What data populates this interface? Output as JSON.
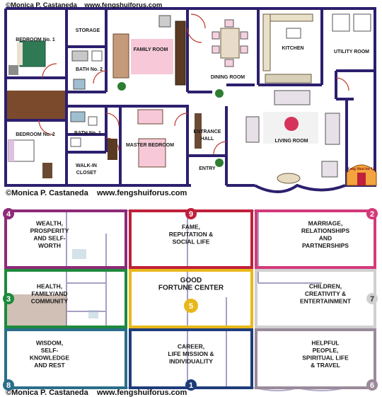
{
  "credits": {
    "top": "©Monica P. Castaneda    www.fengshuiforus.com",
    "middle": "©Monica P. Castaneda    www.fengshuiforus.com",
    "bottom": "©Monica P. Castaneda    www.fengshuiforus.com"
  },
  "logo": {
    "text": "Feng Shui for Us"
  },
  "rooms": {
    "bedroom1": "BEDROOM No. 1",
    "storage": "STORAGE",
    "family_room": "FAMILY ROOM",
    "bath2": "BATH No. 2",
    "dining_room": "DINING ROOM",
    "kitchen": "KITCHEN",
    "utility_room": "UTILITY ROOM",
    "bedroom2": "BEDROOM No. 2",
    "bath1": "BATH No. 1",
    "master_bedroom": "MASTER BEDROOM",
    "walkin_1": "WALK-IN",
    "walkin_2": "CLOSET",
    "entrance_1": "ENTRANCE",
    "entrance_2": "HALL",
    "entry": "ENTRY",
    "living_room": "LIVING ROOM"
  },
  "bagua": [
    {
      "number": "4",
      "lines": [
        "WEALTH,",
        "PROSPERITY",
        "AND SELF-",
        "WORTH"
      ],
      "color": "#8e2a77"
    },
    {
      "number": "9",
      "lines": [
        "FAME,",
        "REPUTATION &",
        "SOCIAL LIFE"
      ],
      "color": "#c0203a"
    },
    {
      "number": "2",
      "lines": [
        "MARRIAGE,",
        "RELATIONSHIPS",
        "AND",
        "PARTNERSHIPS"
      ],
      "color": "#d33a7a"
    },
    {
      "number": "3",
      "lines": [
        "HEALTH,",
        "FAMILY/AND",
        "COMMUNITY"
      ],
      "color": "#1e8a3c"
    },
    {
      "number": "5",
      "lines": [
        "GOOD",
        "FORTUNE CENTER"
      ],
      "color": "#e8b81a"
    },
    {
      "number": "7",
      "lines": [
        "CHILDREN,",
        "CREATIVITY &",
        "ENTERTAINMENT"
      ],
      "color": "#d0d0d0"
    },
    {
      "number": "8",
      "lines": [
        "WISDOM,",
        "SELF-",
        "KNOWLEDGE",
        "AND REST"
      ],
      "color": "#2a6e8a"
    },
    {
      "number": "1",
      "lines": [
        "CAREER,",
        "LIFE MISSION &",
        "INDIVIDUALITY"
      ],
      "color": "#1f3d7a"
    },
    {
      "number": "6",
      "lines": [
        "HELPFUL",
        "PEOPLE,",
        "SPIRITUAL LIFE",
        "& TRAVEL"
      ],
      "color": "#9a8a9a"
    }
  ]
}
